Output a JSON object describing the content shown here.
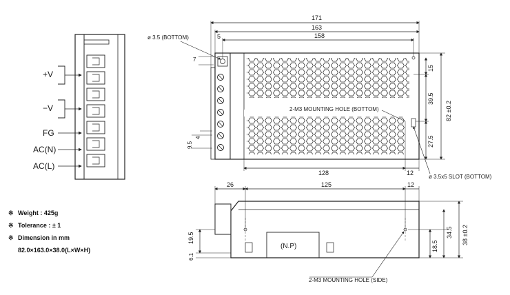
{
  "diagram": {
    "terminal_labels": [
      "+V",
      "−V",
      "FG",
      "AC(N)",
      "AC(L)"
    ],
    "top_view": {
      "dim_overall_length": "171",
      "dim_body_length": "163",
      "dim_hole_offset_left": "5",
      "dim_hole_span_top": "158",
      "dim_hole_span_bottom": "128",
      "dim_hole_offset_right": "12",
      "dim_top_left_7": "7",
      "dim_terminal_9_5": "9.5",
      "dim_terminal_4": "4",
      "dim_right_15": "15",
      "dim_right_39_5": "39.5",
      "dim_right_27_5": "27.5",
      "dim_height": "82 ±0.2",
      "label_bottom_hole": "ø 3.5 (BOTTOM)",
      "label_mounting_bottom": "2-M3 MOUNTING HOLE (BOTTOM)",
      "label_slot": "ø 3.5x5 SLOT (BOTTOM)"
    },
    "side_view": {
      "dim_left_26": "26",
      "dim_span_125": "125",
      "dim_right_12": "12",
      "dim_19_5": "19.5",
      "dim_6_1": "6.1",
      "dim_18_5": "18.5",
      "dim_34_5": "34.5",
      "dim_height": "38 ±0.2",
      "np_label": "(N.P)",
      "label_mounting_side": "2-M3 MOUNTING HOLE (SIDE)"
    }
  },
  "specs": {
    "mark": "※",
    "weight": "Weight : 425g",
    "tolerance": "Tolerance : ± 1",
    "dimension": "Dimension in mm",
    "dimension_value": "82.0×163.0×38.0(L×W×H)"
  }
}
